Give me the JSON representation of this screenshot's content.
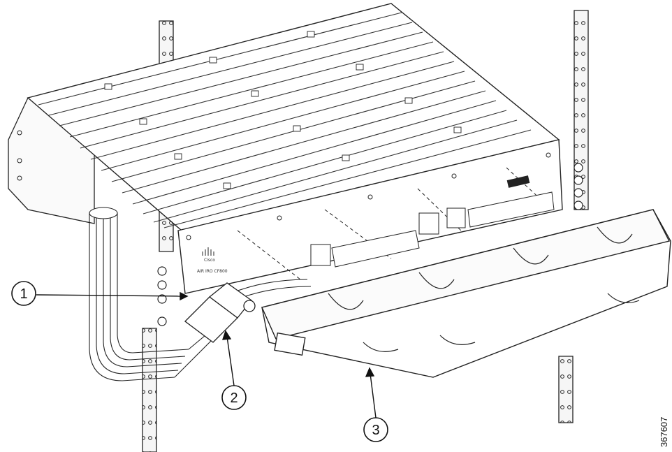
{
  "figure": {
    "id_label": "367607",
    "panel_labels": [
      "AIR IRO CF800",
      "Cisco"
    ],
    "callouts": [
      {
        "number": "1"
      },
      {
        "number": "2"
      },
      {
        "number": "3"
      }
    ]
  }
}
